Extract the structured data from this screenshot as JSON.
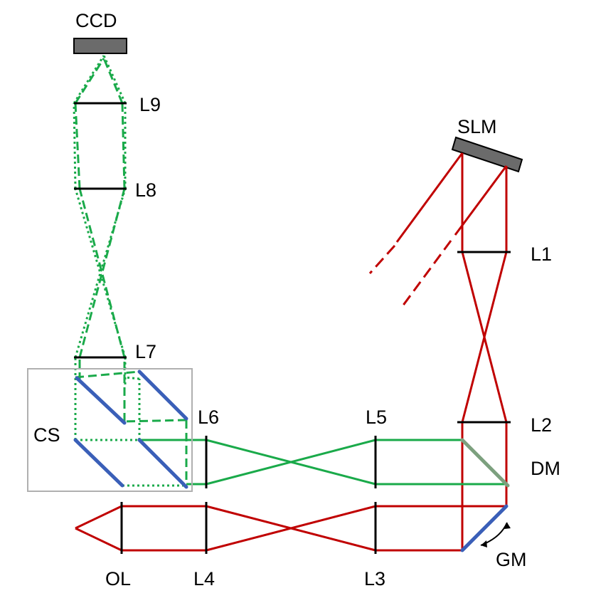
{
  "labels": {
    "ccd": "CCD",
    "slm": "SLM",
    "l1": "L1",
    "l2": "L2",
    "l3": "L3",
    "l4": "L4",
    "l5": "L5",
    "l6": "L6",
    "l7": "L7",
    "l8": "L8",
    "l9": "L9",
    "dm": "DM",
    "gm": "GM",
    "cs": "CS",
    "ol": "OL"
  },
  "colors": {
    "red_beam": "#c00000",
    "green_beam": "#1aaa4a",
    "mirror": "#3a5fb8",
    "device": "#6b6b6b",
    "box": "#b0b0b0"
  }
}
